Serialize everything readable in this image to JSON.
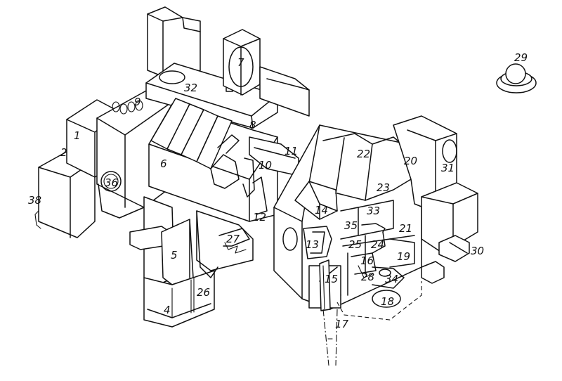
{
  "labels": [
    {
      "id": "l1",
      "text": "1"
    },
    {
      "id": "l2",
      "text": "2"
    },
    {
      "id": "l4",
      "text": "4"
    },
    {
      "id": "l5",
      "text": "5"
    },
    {
      "id": "l6",
      "text": "6"
    },
    {
      "id": "l7",
      "text": "7"
    },
    {
      "id": "l8",
      "text": "8"
    },
    {
      "id": "l9",
      "text": "9"
    },
    {
      "id": "l10",
      "text": "10"
    },
    {
      "id": "l11",
      "text": "11"
    },
    {
      "id": "l12",
      "text": "12"
    },
    {
      "id": "l13",
      "text": "13"
    },
    {
      "id": "l14",
      "text": "14"
    },
    {
      "id": "l15",
      "text": "15"
    },
    {
      "id": "l16",
      "text": "16"
    },
    {
      "id": "l17",
      "text": "17"
    },
    {
      "id": "l18",
      "text": "18"
    },
    {
      "id": "l19",
      "text": "19"
    },
    {
      "id": "l20",
      "text": "20"
    },
    {
      "id": "l21",
      "text": "21"
    },
    {
      "id": "l22",
      "text": "22"
    },
    {
      "id": "l23",
      "text": "23"
    },
    {
      "id": "l24",
      "text": "24"
    },
    {
      "id": "l25",
      "text": "25"
    },
    {
      "id": "l26",
      "text": "26"
    },
    {
      "id": "l27",
      "text": "27"
    },
    {
      "id": "l28",
      "text": "28"
    },
    {
      "id": "l29",
      "text": "29"
    },
    {
      "id": "l30",
      "text": "30"
    },
    {
      "id": "l31",
      "text": "31"
    },
    {
      "id": "l32",
      "text": "32"
    },
    {
      "id": "l33",
      "text": "33"
    },
    {
      "id": "l34",
      "text": "34"
    },
    {
      "id": "l35",
      "text": "35"
    },
    {
      "id": "l36",
      "text": "36"
    },
    {
      "id": "l38",
      "text": "38"
    }
  ]
}
